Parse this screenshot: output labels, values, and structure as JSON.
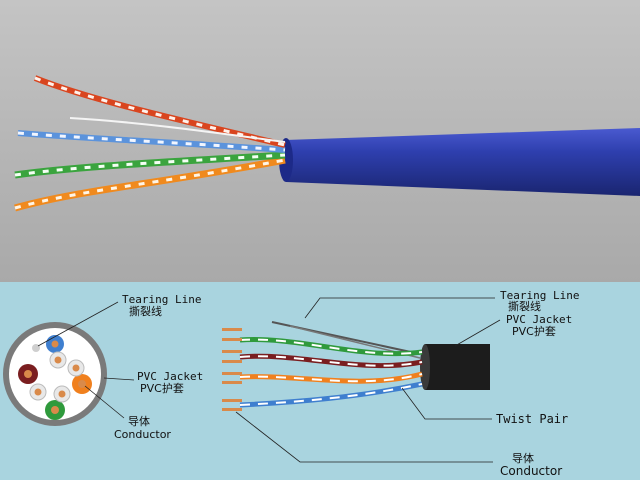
{
  "labels": {
    "cross_section": {
      "tearing_line_en": "Tearing Line",
      "tearing_line_cn": "撕裂线",
      "jacket_en": "PVC Jacket",
      "jacket_cn": "PVC护套",
      "conductor_cn": "导体",
      "conductor_en": "Conductor"
    },
    "side_view": {
      "tearing_line_en": "Tearing Line",
      "tearing_line_cn": "撕裂线",
      "jacket_en": "PVC Jacket",
      "jacket_cn": "PVC护套",
      "twist_pair_en": "Twist Pair",
      "conductor_cn": "导体",
      "conductor_en": "Conductor"
    }
  },
  "colors": {
    "photo_background": "#b5b5b5",
    "diagram_background": "#a9d4df",
    "blue_jacket": "#2e3fae",
    "black_jacket": "#1c1c1c",
    "copper": "#d98a4a",
    "orange": "#f0801e",
    "green": "#2f9a3c",
    "blue": "#3f7fcf",
    "brown": "#7a1e20"
  }
}
